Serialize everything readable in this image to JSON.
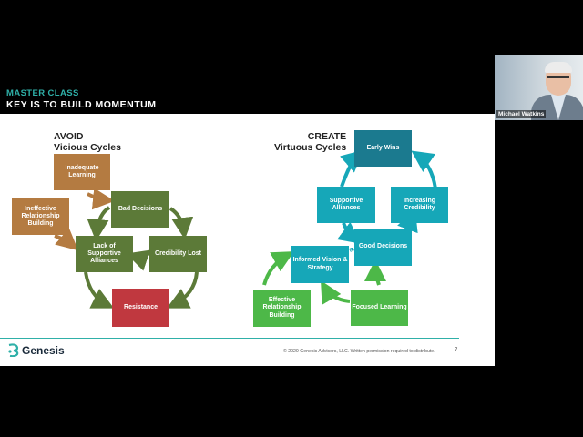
{
  "header": {
    "course": "MASTER CLASS",
    "title": "KEY IS TO BUILD MOMENTUM"
  },
  "webcam": {
    "participant_name": "Michael Watkins"
  },
  "slide": {
    "avoid": {
      "heading_line1": "AVOID",
      "heading_line2": "Vicious Cycles",
      "boxes": {
        "inadequate_learning": "Inadequate Learning",
        "ineffective_relationship": "Ineffective Relationship Building",
        "bad_decisions": "Bad Decisions",
        "lack_of_alliances": "Lack of Supportive Alliances",
        "credibility_lost": "Credibility Lost",
        "resistance": "Resistance"
      }
    },
    "create": {
      "heading_line1": "CREATE",
      "heading_line2": "Virtuous Cycles",
      "boxes": {
        "early_wins": "Early Wins",
        "supportive_alliances": "Supportive Alliances",
        "increasing_credibility": "Increasing Credibility",
        "good_decisions": "Good Decisions",
        "informed_vision": "Informed Vision & Strategy",
        "effective_relationship": "Effective Relationship Building",
        "focused_learning": "Focused Learning"
      }
    },
    "footer": {
      "logo_name": "Genesis",
      "copyright": "© 2020 Genesis Advisors, LLC. Written permission required to distribute.",
      "page_number": "7"
    }
  },
  "colors": {
    "orange": "#b47b41",
    "dark_green": "#5c7a38",
    "red": "#c0383f",
    "teal": "#16a7b8",
    "dark_teal": "#1b7a8f",
    "light_green": "#4db848",
    "brand_teal": "#2fb0a8"
  }
}
